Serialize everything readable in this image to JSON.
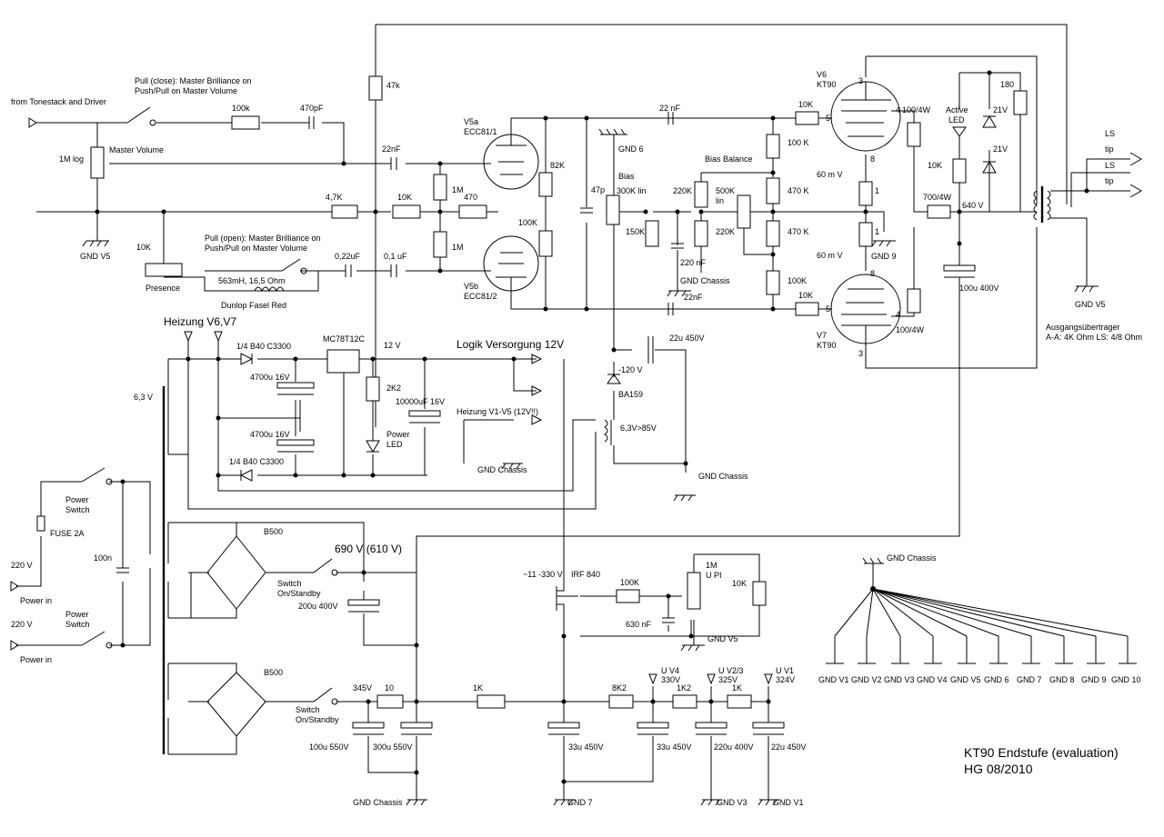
{
  "title": {
    "main": "KT90 Endstufe (evaluation)",
    "sub": "HG 08/2010"
  },
  "labels": {
    "from_tonestack": "from Tonestack and Driver",
    "pull_close_1": "Pull (close): Master Brilliance on",
    "pull_close_2": "Push/Pull on Master Volume",
    "pull_open_1": "Pull (open): Master Brilliance on",
    "pull_open_2": "Push/Pull on Master Volume",
    "master_volume": "Master Volume",
    "pot_1mlog": "1M log",
    "presence": "Presence",
    "choke": "563mH, 16,5 Ohm",
    "dunlop": "Dunlop Fasel Red",
    "r100k_in": "100k",
    "c470pf": "470pF",
    "c22nf_in": "22nF",
    "r47k_top": "47k",
    "r47k": "4,7K",
    "r10k_a": "10K",
    "r1m_a": "1M",
    "r1m_b": "1M",
    "r470": "470",
    "c022uf": "0,22uF",
    "c01uf": "0,1 uF",
    "r10k_pres": "10K",
    "gnd_v5_left": "GND V5",
    "v5a": "V5a",
    "ecc81_1": "ECC81/1",
    "v5b": "V5b",
    "ecc81_2": "ECC81/2",
    "r82k": "82K",
    "r100k_pi": "100K",
    "c47p": "47p",
    "gnd6": "GND 6",
    "bias": "Bias",
    "bias_pot": "300K lin",
    "r150k": "150K",
    "c220nf": "220 nF",
    "gnd_chassis_bias": "GND Chassis",
    "c22nf_top": "22 nF",
    "c22nf_bot": "22nF",
    "bias_balance": "Bias Balance",
    "r220k_a": "220K",
    "r500k": "500K",
    "lin": "lin",
    "r220k_b": "220K",
    "r100k_a": "100 K",
    "r470k_a": "470 K",
    "r470k_b": "470 K",
    "r100k_b": "100K",
    "r10k_g1": "10K",
    "r10k_g2": "10K",
    "v6": "V6",
    "kt90_a": "KT90",
    "v7": "V7",
    "kt90_b": "KT90",
    "r100_4w_a": "100/4W",
    "r100_4w_b": "100/4W",
    "pin4_a": "4",
    "pin5_a": "5",
    "pin3_a": "3",
    "pin8_a": "8",
    "pin4_b": "4",
    "pin5_b": "5",
    "pin3_b": "3",
    "pin8_b": "8",
    "mv60_a": "60 m V",
    "mv60_b": "60 m V",
    "r1_a": "1",
    "r1_b": "1",
    "gnd9": "GND 9",
    "active_led_1": "Active",
    "active_led_2": "LED",
    "r180": "180",
    "z21v_a": "21V",
    "z21v_b": "21V",
    "r10k_led": "10K",
    "r700": "700/4W",
    "v640": "640 V",
    "c100u400": "100u 400V",
    "ls1": "LS",
    "tip1": "tip",
    "ls2": "LS",
    "tip2": "tip",
    "gnd_v5_right": "GND V5",
    "transformer_1": "Ausgangsübertrager",
    "transformer_2": "A-A: 4K Ohm  LS: 4/8 Ohm",
    "heizung_v67": "Heizung V6,V7",
    "v63": "6,3 V",
    "b40_a": "1/4 B40 C3300",
    "b40_b": "1/4 B40 C3300",
    "c4700_a": "4700u 16V",
    "c4700_b": "4700u 16V",
    "reg": "MC78T12C",
    "v12": "12 V",
    "r2k2": "2K2",
    "power_led_1": "Power",
    "power_led_2": "LED",
    "c10000": "10000uF 16V",
    "logik": "Logik Versorgung 12V",
    "heizung_v15": "Heizung V1-V5 (12V!!)",
    "gnd_chassis_heat": "GND Chassis",
    "c22u450": "22u 450V",
    "v120": "-120 V",
    "ba159": "BA159",
    "v63_85": "6,3V>85V",
    "gnd_chassis_mid": "GND Chassis",
    "power_switch_1a": "Power",
    "power_switch_1b": "Switch",
    "fuse": "FUSE 2A",
    "v220_a": "220 V",
    "powerin_a": "Power in",
    "c100n": "100n",
    "power_switch_2a": "Power",
    "power_switch_2b": "Switch",
    "v220_b": "220 V",
    "powerin_b": "Power in",
    "b500_a": "B500",
    "v690": "690 V (610 V)",
    "standby_a1": "Switch",
    "standby_a2": "On/Standby",
    "c200u": "200u 400V",
    "b500_b": "B500",
    "v345": "345V",
    "r10": "10",
    "standby_b1": "Switch",
    "standby_b2": "On/Standby",
    "c100u550": "100u 550V",
    "c300u550": "300u 550V",
    "gnd_chassis_bot": "GND Chassis",
    "v11_330": "~11 -330 V",
    "irf840": "IRF 840",
    "r100k_mos": "100K",
    "r1m_upi_1": "1M",
    "r1m_upi_2": "U PI",
    "r10k_mos": "10K",
    "c630nf": "630 nF",
    "gnd_v5_mos": "GND V5",
    "r1k": "1K",
    "r8k2": "8K2",
    "r1k2": "1K2",
    "r1k_b": "1K",
    "uv4_1": "U V4",
    "uv4_2": "330V",
    "uv23_1": "U V2/3",
    "uv23_2": "325V",
    "uv1_1": "U V1",
    "uv1_2": "324V",
    "c33u_a": "33u 450V",
    "c33u_b": "33u 450V",
    "c220u400": "220u 400V",
    "c22u450_b": "22u 450V",
    "gnd7": "GND 7",
    "gnd_v3": "GND V3",
    "gnd_v1": "GND V1",
    "gnd_chassis_star": "GND Chassis",
    "gnd_list": [
      "GND V1",
      "GND V2",
      "GND V3",
      "GND V4",
      "GND V5",
      "GND 6",
      "GND 7",
      "GND 8",
      "GND 9",
      "GND 10"
    ]
  }
}
